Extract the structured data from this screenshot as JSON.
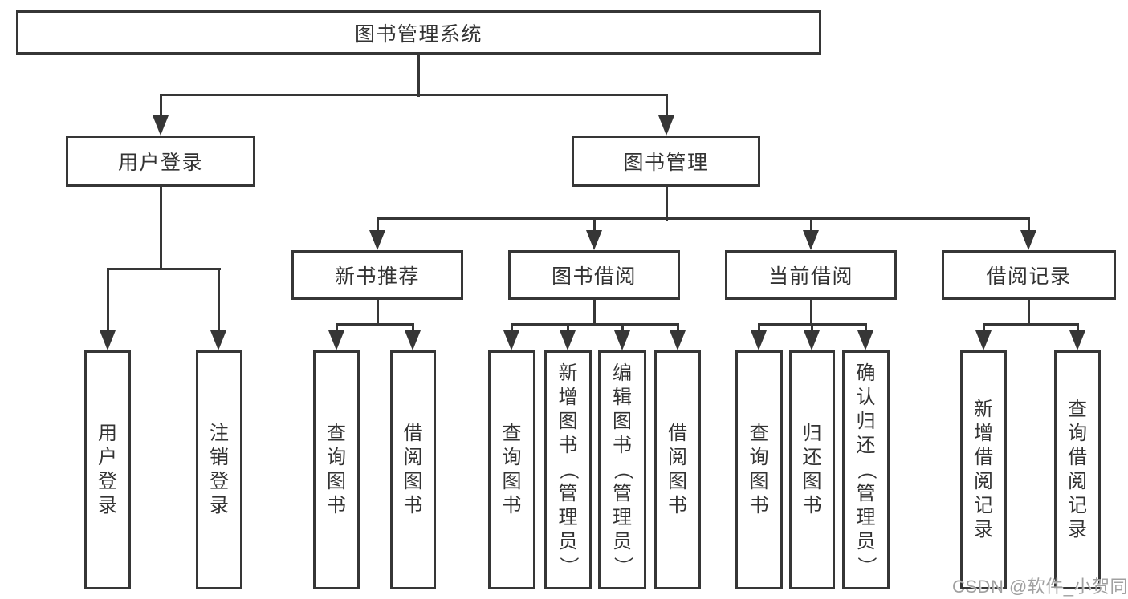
{
  "diagram_title": "图书管理系统",
  "nodes": {
    "root": {
      "label": "图书管理系统"
    },
    "user_login": {
      "label": "用户登录"
    },
    "book_mgmt": {
      "label": "图书管理"
    },
    "new_book_rec": {
      "label": "新书推荐"
    },
    "book_borrow": {
      "label": "图书借阅"
    },
    "current_borrow": {
      "label": "当前借阅"
    },
    "borrow_record": {
      "label": "借阅记录"
    }
  },
  "leaves": {
    "a1": {
      "label": "用户登录"
    },
    "a2": {
      "label": "注销登录"
    },
    "b1": {
      "label": "查询图书"
    },
    "b2": {
      "label": "借阅图书"
    },
    "c1": {
      "label": "查询图书"
    },
    "c2": {
      "label": "新增图书（管理员）"
    },
    "c3": {
      "label": "编辑图书（管理员）"
    },
    "c4": {
      "label": "借阅图书"
    },
    "d1": {
      "label": "查询图书"
    },
    "d2": {
      "label": "归还图书"
    },
    "d3": {
      "label": "确认归还（管理员）"
    },
    "e1": {
      "label": "新增借阅记录"
    },
    "e2": {
      "label": "查询借阅记录"
    }
  },
  "edges": [
    {
      "from": "root",
      "to": "user_login"
    },
    {
      "from": "root",
      "to": "book_mgmt"
    },
    {
      "from": "user_login",
      "to": "a1"
    },
    {
      "from": "user_login",
      "to": "a2"
    },
    {
      "from": "book_mgmt",
      "to": "new_book_rec"
    },
    {
      "from": "book_mgmt",
      "to": "book_borrow"
    },
    {
      "from": "book_mgmt",
      "to": "current_borrow"
    },
    {
      "from": "book_mgmt",
      "to": "borrow_record"
    },
    {
      "from": "new_book_rec",
      "to": "b1"
    },
    {
      "from": "new_book_rec",
      "to": "b2"
    },
    {
      "from": "book_borrow",
      "to": "c1"
    },
    {
      "from": "book_borrow",
      "to": "c2"
    },
    {
      "from": "book_borrow",
      "to": "c3"
    },
    {
      "from": "book_borrow",
      "to": "c4"
    },
    {
      "from": "current_borrow",
      "to": "d1"
    },
    {
      "from": "current_borrow",
      "to": "d2"
    },
    {
      "from": "current_borrow",
      "to": "d3"
    },
    {
      "from": "borrow_record",
      "to": "e1"
    },
    {
      "from": "borrow_record",
      "to": "e2"
    }
  ],
  "watermark": {
    "text": "CSDN @软件_小贺同学"
  },
  "colors": {
    "line": "#363636",
    "text": "#333333",
    "watermark": "#a0a0a0",
    "background": "#ffffff"
  }
}
